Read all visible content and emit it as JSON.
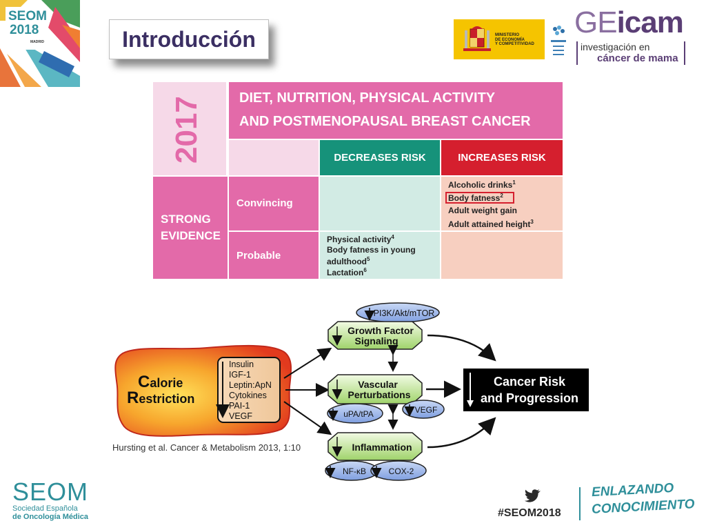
{
  "header": {
    "title": "Introducción",
    "seom_logo": {
      "line1": "SEOM",
      "line2": "2018",
      "city": "MADRID"
    },
    "ministerio": {
      "lines": "MINISTERIO\nDE ECONOMÍA\nY COMPETITIVIDAD"
    },
    "geicam": {
      "word_light": "GE",
      "word_bold": "icam",
      "tagline1": "investigación en",
      "tagline2": "cáncer de mama"
    }
  },
  "table": {
    "year": "2017",
    "title_line1": "DIET, NUTRITION, PHYSICAL ACTIVITY",
    "title_line2": "AND POSTMENOPAUSAL BREAST CANCER",
    "col_decreases": "DECREASES RISK",
    "col_increases": "INCREASES RISK",
    "row_group_line1": "STRONG",
    "row_group_line2": "EVIDENCE",
    "row_convincing": "Convincing",
    "row_probable": "Probable",
    "convincing_increases": [
      {
        "text": "Alcoholic drinks",
        "sup": "1"
      },
      {
        "text": "Body fatness",
        "sup": "2",
        "highlight": true
      },
      {
        "text": "Adult weight gain",
        "sup": ""
      },
      {
        "text": "Adult attained height",
        "sup": "3"
      }
    ],
    "probable_decreases": [
      {
        "text": "Physical activity",
        "sup": "4"
      },
      {
        "text": "Body fatness in young",
        "sup": ""
      },
      {
        "text": "adulthood",
        "sup": "5"
      },
      {
        "text": "Lactation",
        "sup": "6"
      }
    ],
    "colors": {
      "pink_dark": "#e36aa9",
      "pink_light": "#f6d9e8",
      "green": "#16927a",
      "red": "#d51f2e",
      "mint": "#d2ebe4",
      "salmon": "#f7cfc0"
    }
  },
  "diagram": {
    "calorie_word1_initial": "C",
    "calorie_word1_rest": "alorie",
    "calorie_word2_initial": "R",
    "calorie_word2_rest": "estriction",
    "factors": [
      "Insulin",
      "IGF-1",
      "Leptin:ApN",
      "Cytokines",
      "PAI-1",
      "VEGF"
    ],
    "pi3k": "PI3K/Akt/mTOR",
    "growth_line1": "Growth Factor",
    "growth_line2": "Signaling",
    "vascular_line1": "Vascular",
    "vascular_line2": "Perturbations",
    "upa": "uPA/tPA",
    "vegf": "VEGF",
    "inflammation": "Inflammation",
    "nfkb": "NF-κB",
    "cox2": "COX-2",
    "cancer_line1": "Cancer Risk",
    "cancer_line2": "and Progression"
  },
  "citation": "Hursting et al. Cancer & Metabolism 2013, 1:10",
  "footer": {
    "seom": "SEOM",
    "sub1": "Sociedad Española",
    "sub2": "de Oncología Médica",
    "hashtag": "#SEOM2018",
    "slogan1": "ENLAZANDO",
    "slogan2": "CONOCIMIENTO"
  }
}
